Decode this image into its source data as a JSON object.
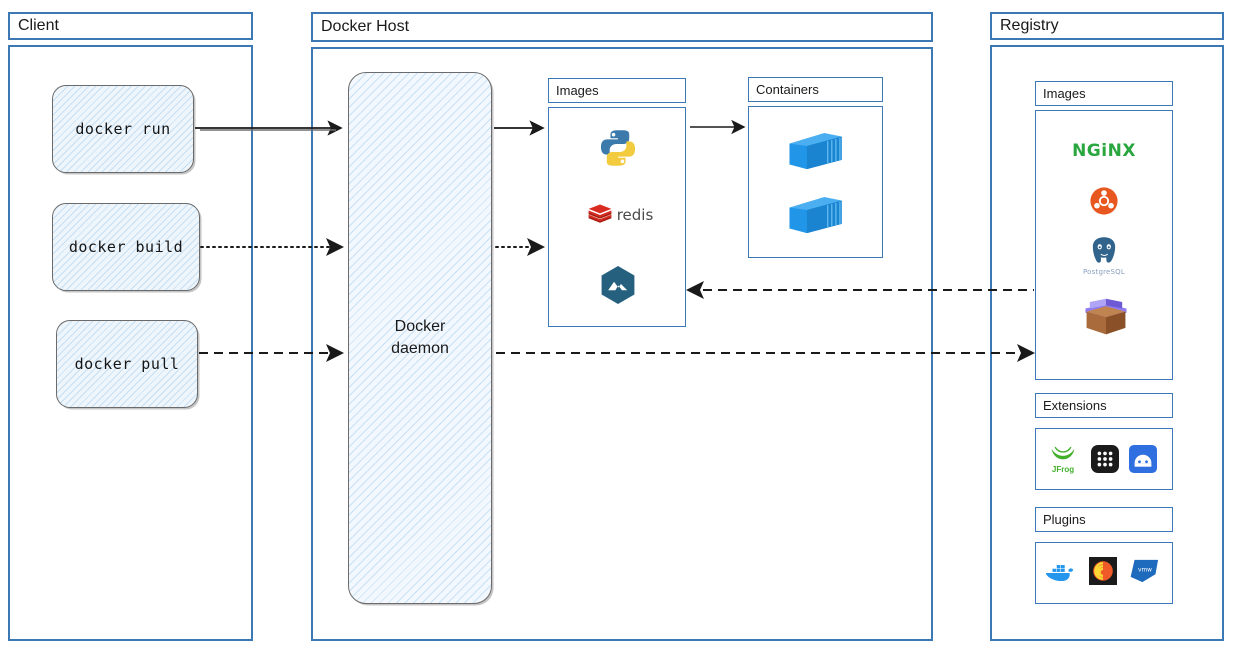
{
  "zones": {
    "client": {
      "title": "Client"
    },
    "host": {
      "title": "Docker Host"
    },
    "registry": {
      "title": "Registry"
    }
  },
  "client": {
    "commands": [
      {
        "label": "docker run",
        "link": "solid"
      },
      {
        "label": "docker build",
        "link": "dotted"
      },
      {
        "label": "docker pull",
        "link": "dashed"
      }
    ]
  },
  "host": {
    "daemon": {
      "line1": "Docker",
      "line2": "daemon"
    },
    "images": {
      "title": "Images",
      "items": [
        {
          "name": "python-logo",
          "label": ""
        },
        {
          "name": "redis-logo",
          "label": "redis"
        },
        {
          "name": "alpine-hex-logo",
          "label": ""
        }
      ]
    },
    "containers": {
      "title": "Containers",
      "items": [
        {
          "name": "container-icon"
        },
        {
          "name": "container-icon"
        }
      ]
    }
  },
  "registry": {
    "images": {
      "title": "Images",
      "items": [
        {
          "name": "nginx-logo",
          "label": "NGiNX"
        },
        {
          "name": "ubuntu-logo",
          "label": ""
        },
        {
          "name": "postgresql-logo",
          "label": "PostgreSQL"
        },
        {
          "name": "open-box-logo",
          "label": ""
        }
      ]
    },
    "extensions": {
      "title": "Extensions",
      "items": [
        {
          "name": "jfrog-logo",
          "label": "JFrog"
        },
        {
          "name": "dot-grid-logo",
          "label": ""
        },
        {
          "name": "blue-arch-logo",
          "label": ""
        }
      ]
    },
    "plugins": {
      "title": "Plugins",
      "items": [
        {
          "name": "docker-whale-logo",
          "label": ""
        },
        {
          "name": "grafana-logo",
          "label": ""
        },
        {
          "name": "vmware-logo",
          "label": "vmw"
        }
      ]
    }
  },
  "colors": {
    "frame_blue": "#3c78b4",
    "inner_blue": "#3c78b4",
    "sketch_fill": "#eef6fc",
    "nginx_green": "#2aa63f",
    "redis_red": "#d82c20",
    "ubuntu_orange": "#e8571f",
    "container_blue": "#2196e8",
    "alpine_blue": "#26607f",
    "grafana_orange": "#f05a28",
    "vmware_blue": "#1e6bbd",
    "arrow_black": "#1a1a1a"
  },
  "connections": [
    {
      "from": "docker run",
      "to": "docker-daemon",
      "style": "solid"
    },
    {
      "from": "docker-daemon",
      "to": "images",
      "style": "solid"
    },
    {
      "from": "images",
      "to": "containers",
      "style": "solid"
    },
    {
      "from": "docker build",
      "to": "docker-daemon",
      "style": "dotted"
    },
    {
      "from": "docker-daemon",
      "to": "images",
      "style": "dotted"
    },
    {
      "from": "registry",
      "to": "images",
      "style": "dashed"
    },
    {
      "from": "docker pull",
      "to": "docker-daemon",
      "style": "dashed"
    },
    {
      "from": "docker-daemon",
      "to": "registry",
      "style": "dashed"
    }
  ]
}
